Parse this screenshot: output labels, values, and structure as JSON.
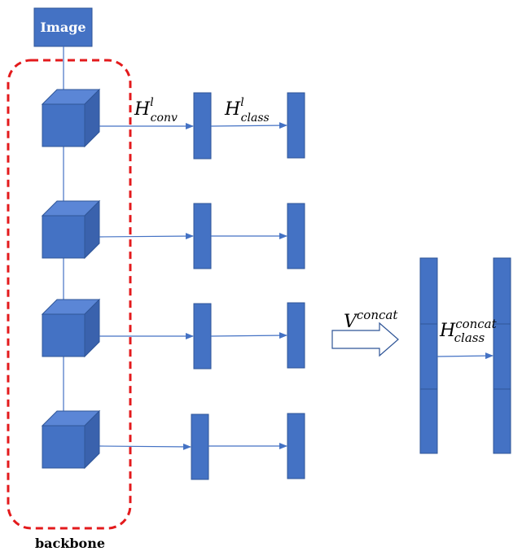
{
  "diagram": {
    "image_box_label": "Image",
    "backbone_label": "backbone",
    "conv_label": {
      "base": "H",
      "sup": "l",
      "sub": "conv"
    },
    "class_label": {
      "base": "H",
      "sup": "l",
      "sub": "class"
    },
    "concat_label": {
      "base": "V",
      "sup": "concat"
    },
    "concat_class_label": {
      "base": "H",
      "sup": "concat",
      "sub": "class"
    },
    "backbone_stage_count": 4,
    "colors": {
      "box_fill": "#4472C4",
      "box_stroke": "#2F5597",
      "cube_top": "#5B86D6",
      "cube_side": "#3A62AD",
      "arrow": "#4472C4",
      "dashed_outline": "#E31A1C",
      "image_text": "#ffffff",
      "label_text": "#000000"
    }
  }
}
